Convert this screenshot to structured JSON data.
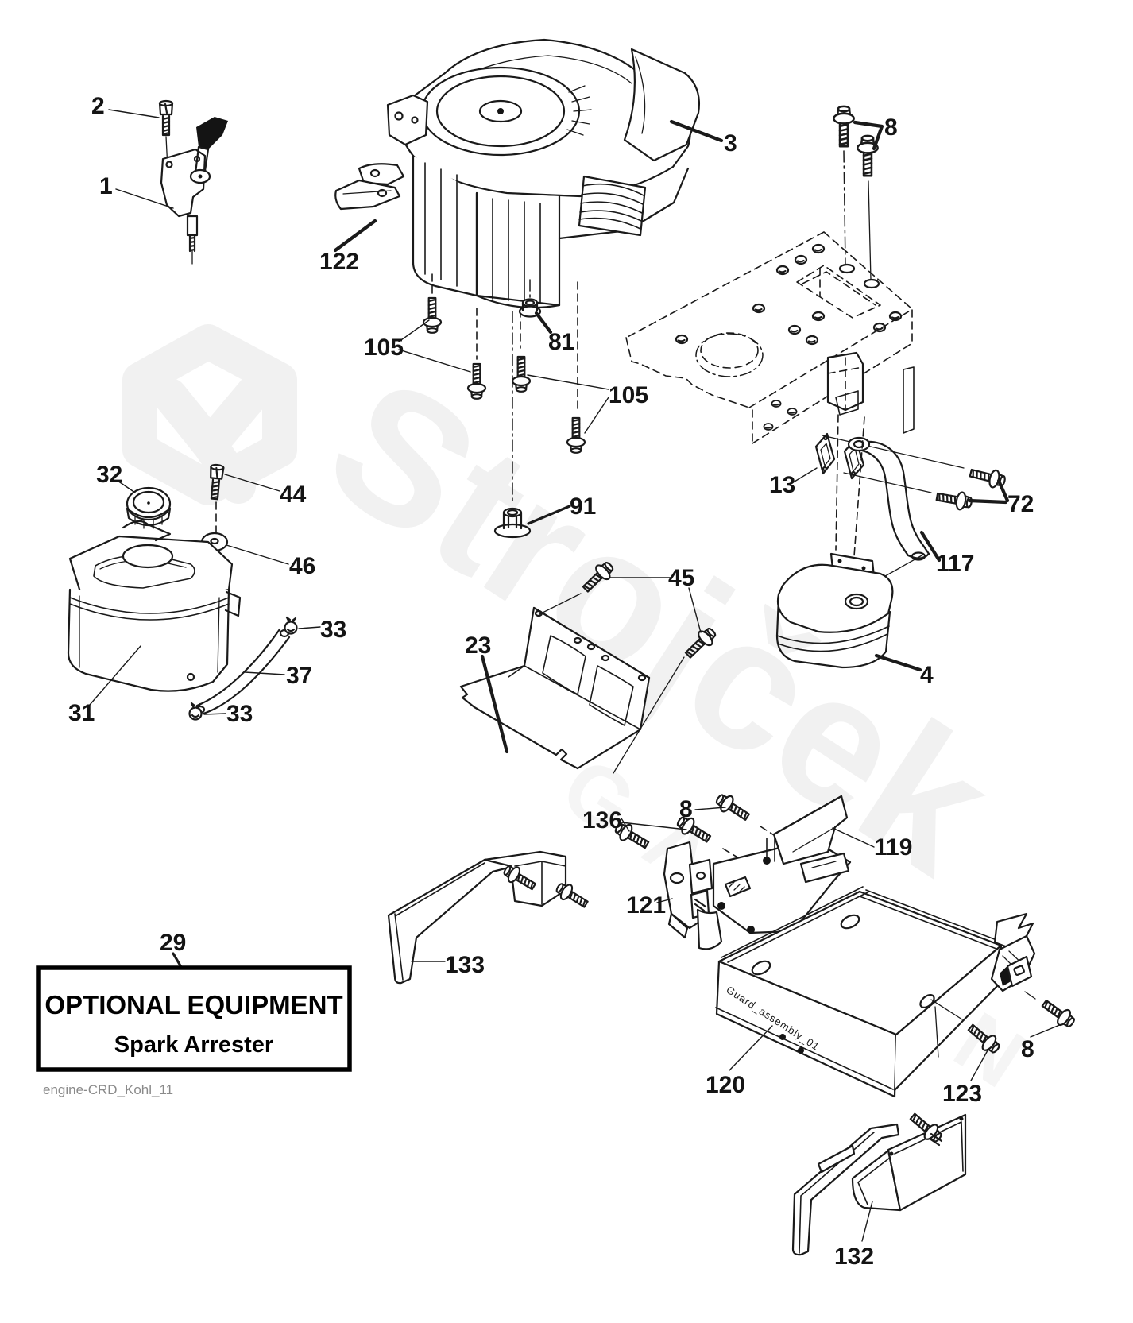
{
  "page": {
    "background": "#ffffff",
    "ink_color": "#1a1a1a"
  },
  "watermark": {
    "brand": "Strojček",
    "sub": "GARDEN",
    "color": "#f1f1f1"
  },
  "footer": {
    "code": "engine-CRD_Kohl_11"
  },
  "optional_equipment_box": {
    "title": "OPTIONAL EQUIPMENT",
    "subtitle": "Spark Arrester"
  },
  "part_texts": {
    "guard_stamp": "Guard_assembly_01"
  },
  "labels": {
    "part_1": "1",
    "part_2": "2",
    "part_3": "3",
    "part_4": "4",
    "part_8_top": "8",
    "part_8_mid": "8",
    "part_8_right": "8",
    "part_13": "13",
    "part_23": "23",
    "part_29": "29",
    "part_31": "31",
    "part_32": "32",
    "part_33_upper": "33",
    "part_33_lower": "33",
    "part_37": "37",
    "part_44": "44",
    "part_45": "45",
    "part_46": "46",
    "part_72": "72",
    "part_81": "81",
    "part_91": "91",
    "part_105_left": "105",
    "part_105_right": "105",
    "part_117": "117",
    "part_119": "119",
    "part_120": "120",
    "part_121": "121",
    "part_122": "122",
    "part_123": "123",
    "part_132": "132",
    "part_133": "133",
    "part_136": "136"
  }
}
